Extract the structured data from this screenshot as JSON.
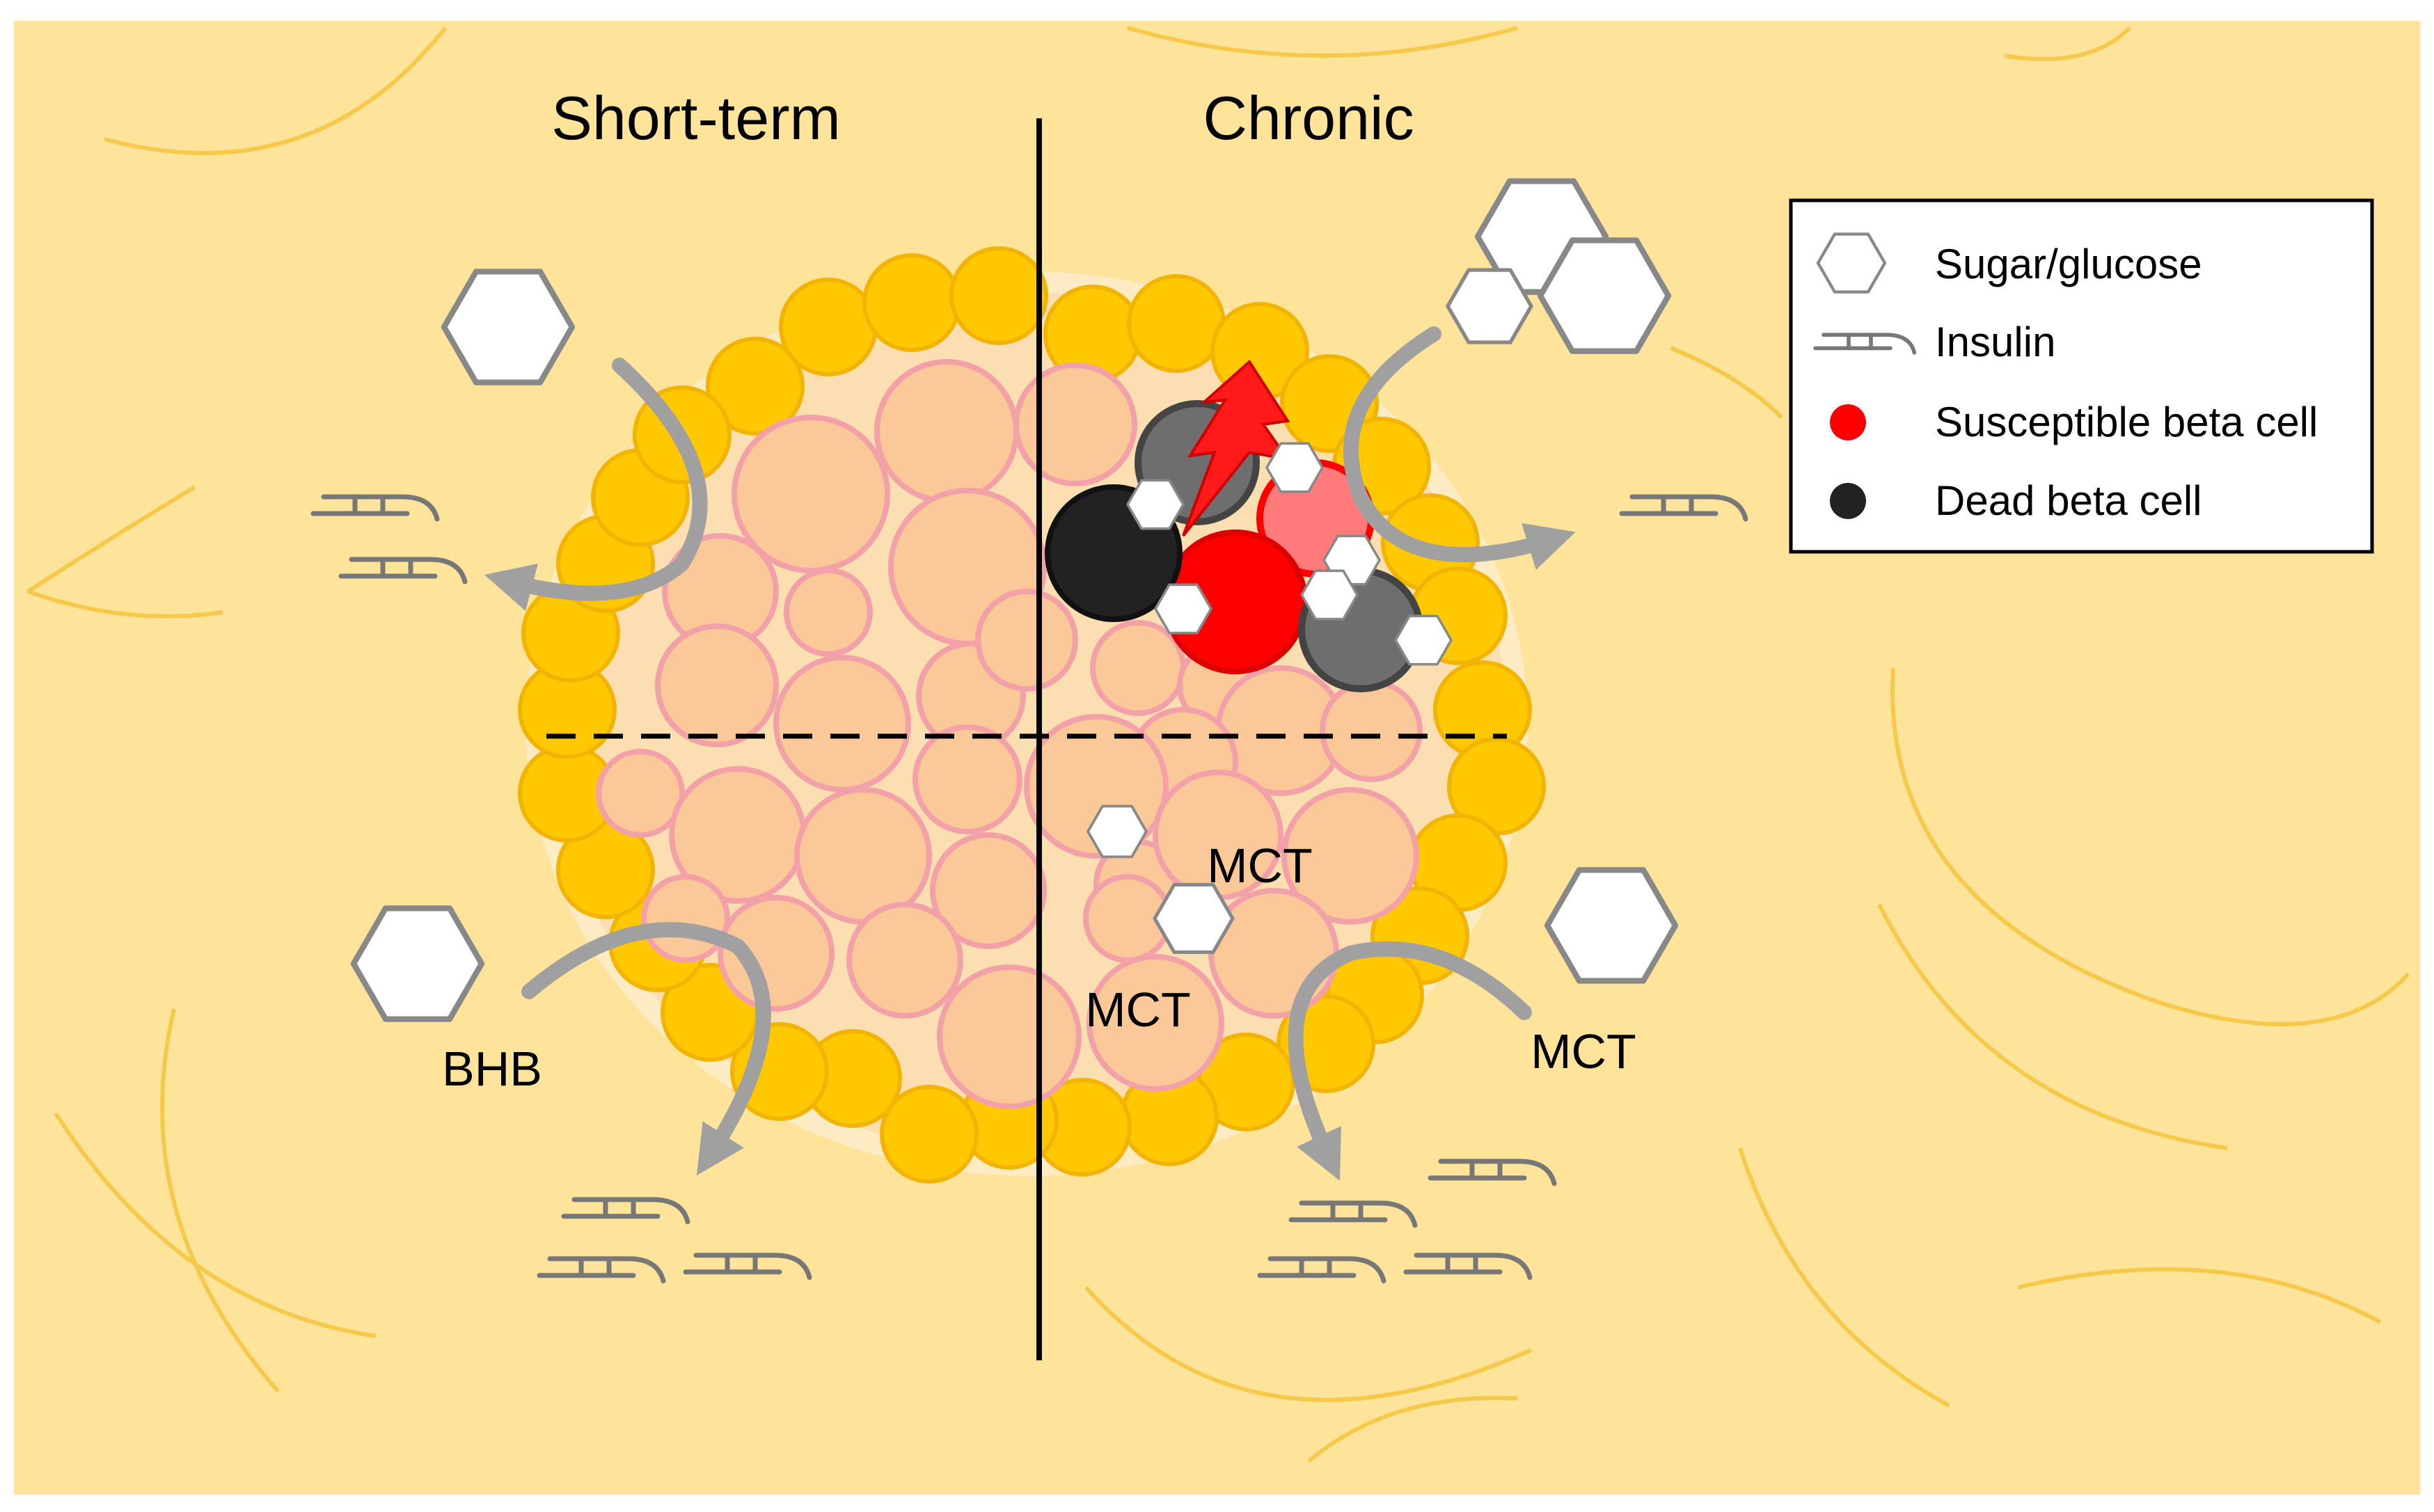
{
  "headings": {
    "left": "Short-term",
    "right": "Chronic"
  },
  "labels": {
    "bhb": "BHB",
    "mct_inner_upper": "MCT",
    "mct_inner_lower": "MCT",
    "mct_outer": "MCT"
  },
  "legend": {
    "items": [
      {
        "icon": "hexagon-icon",
        "label": "Sugar/glucose"
      },
      {
        "icon": "insulin-icon",
        "label": "Insulin"
      },
      {
        "icon": "red-dot-icon",
        "label": "Susceptible beta cell",
        "color": "#ff0000"
      },
      {
        "icon": "black-dot-icon",
        "label": "Dead beta cell",
        "color": "#222222"
      }
    ]
  },
  "colors": {
    "background": "#fde49a",
    "islet_boundary": "#fdebc4",
    "border_cell": "#ffc800",
    "border_cell_stroke": "#f2b400",
    "interior_cell": "#fbc898",
    "interior_cell_stroke": "#f2a1a9",
    "susceptible_cell": "#ff0000",
    "dead_cell": "#222222",
    "dying_cell": "#6e6e6e",
    "damage_bolt": "#ff1a1a",
    "arrow": "#a0a0a0"
  }
}
